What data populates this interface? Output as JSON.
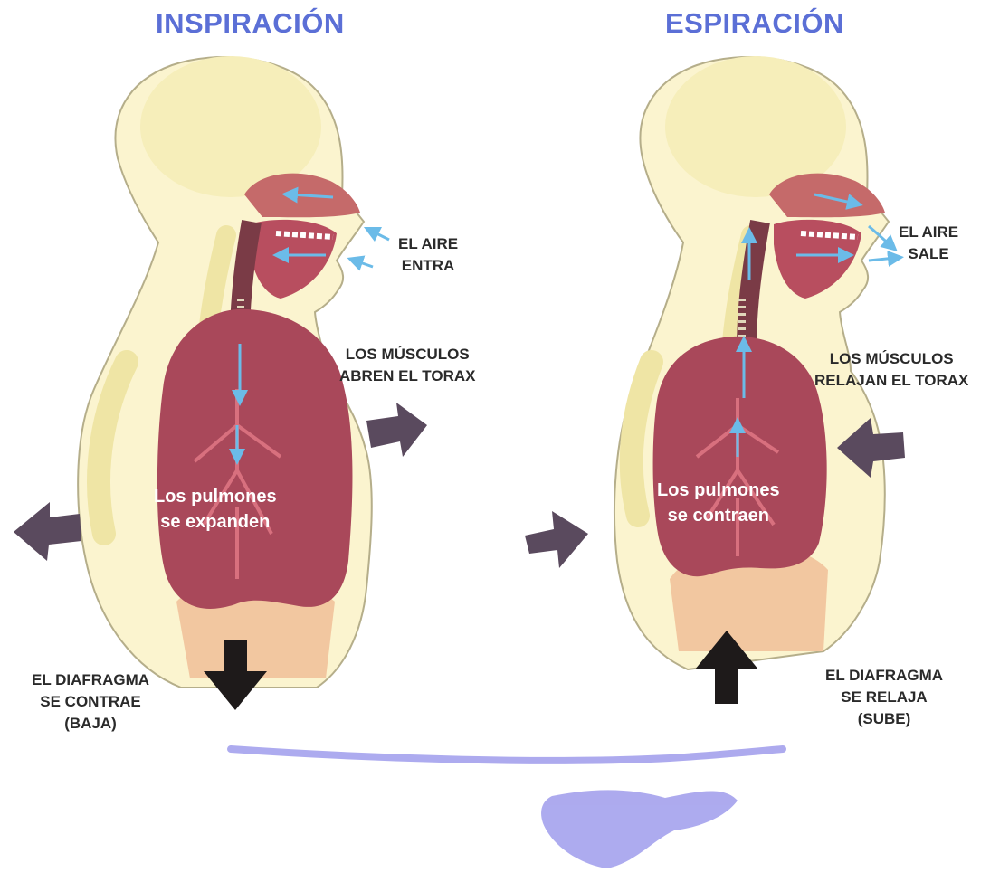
{
  "panels": [
    {
      "id": "inspiracion",
      "title": "INSPIRACIÓN",
      "air_label": [
        "EL AIRE",
        "ENTRA"
      ],
      "muscle_label": [
        "LOS MÚSCULOS",
        "ABREN EL TORAX"
      ],
      "lung_label": [
        "Los pulmones",
        "se expanden"
      ],
      "diaphragm_label": [
        "EL DIAFRAGMA",
        "SE CONTRAE",
        "(BAJA)"
      ]
    },
    {
      "id": "espiracion",
      "title": "ESPIRACIÓN",
      "air_label": [
        "EL AIRE",
        "SALE"
      ],
      "muscle_label": [
        "LOS MÚSCULOS",
        "RELAJAN EL TORAX"
      ],
      "lung_label": [
        "Los pulmones",
        "se contraen"
      ],
      "diaphragm_label": [
        "EL DIAFRAGMA",
        "SE RELAJA",
        "(SUBE)"
      ]
    }
  ],
  "colors": {
    "title": "#5b6fd6",
    "skin": "#fbf4cf",
    "lung": "#a9485a",
    "airway": "#6bbbe8",
    "motion_arrow": "#5a4a5e",
    "diaphragm_arrow": "#1e1a1a",
    "watermark": "#a9a6ee"
  }
}
